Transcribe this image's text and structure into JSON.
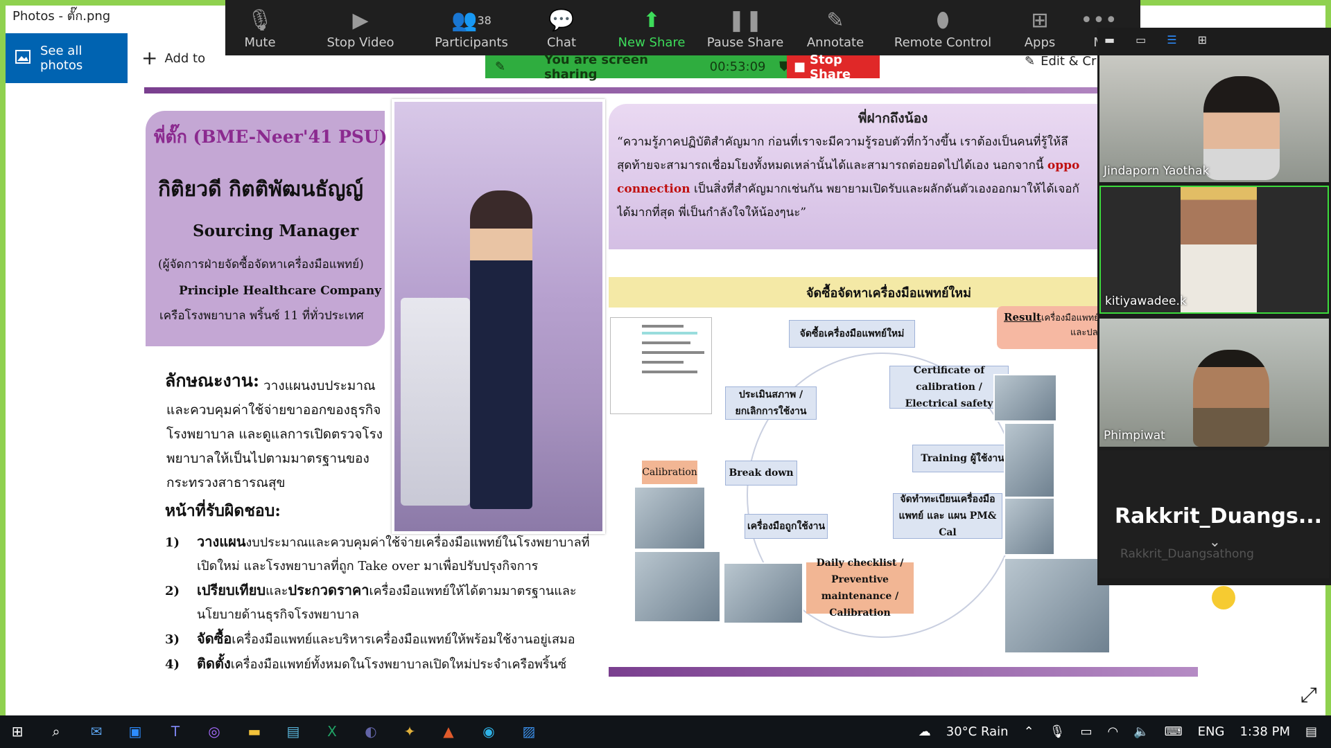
{
  "photos_window": {
    "title": "Photos - ตั๊ก.png",
    "see_all_label": "See all photos",
    "add_to_label": "Add to",
    "edit_create_label": "Edit & Cr"
  },
  "slide": {
    "left_card": {
      "nickname": "พี่ตั๊ก (BME-Neer'41 PSU)",
      "name": "กิติยวดี กิตติพัฒนธัญญ์",
      "role": "Sourcing Manager",
      "role_th": "(ผู้จัดการฝ่ายจัดซื้อจัดหาเครื่องมือแพทย์)",
      "company": "Principle Healthcare Company",
      "company_th": "เครือโรงพยาบาล พริ้นซ์ 11 ที่ทั่วประเทศ"
    },
    "characteristics": {
      "heading": "ลักษณะงาน:",
      "text": "วางแผนงบประมาณและควบคุมค่าใช้จ่ายขาออกของธุรกิจโรงพยาบาล และดูแลการเปิดตรวจโรงพยาบาลให้เป็นไปตามมาตรฐานของกระทรวงสาธารณสุข"
    },
    "responsibilities": {
      "heading": "หน้าที่รับผิดชอบ:",
      "items": [
        {
          "num": "1)",
          "head": "วางแผน",
          "text": "งบประมาณและควบคุมค่าใช้จ่ายเครื่องมือแพทย์ในโรงพยาบาลที่",
          "text2": "เปิดใหม่ และโรงพยาบาลที่ถูก Take over มาเพื่อปรับปรุงกิจการ"
        },
        {
          "num": "2)",
          "head": "เปรียบเทียบ",
          "text": "และ",
          "head2": "ประกวดราคา",
          "text3": "เครื่องมือแพทย์ให้ได้ตามมาตรฐานและ",
          "text2": "นโยบายด้านธุรกิจโรงพยาบาล"
        },
        {
          "num": "3)",
          "head": "จัดซื้อ",
          "text": "เครื่องมือแพทย์และบริหารเครื่องมือแพทย์ให้พร้อมใช้งานอยู่เสมอ"
        },
        {
          "num": "4)",
          "head": "ติดตั้ง",
          "text": "เครื่องมือแพทย์ทั้งหมดในโรงพยาบาลเปิดใหม่ประจำเครือพริ้นซ์"
        }
      ]
    },
    "quote": {
      "title": "พี่ฝากถึงน้อง",
      "line1": "“ความรู้ภาคปฏิบัติสำคัญมาก ก่อนที่เราจะมีความรู้รอบตัวที่กว้างขึ้น เราต้องเป็นคนที่รู้ให้ลึ",
      "line2a": "สุดท้ายจะสามารถเชื่อมโยงทั้งหมดเหล่านั้นได้และสามารถต่อยอดไปได้เอง นอกจากนี้ ",
      "line2b": "oppo",
      "line3a": "connection",
      "line3b": " เป็นสิ่งที่สำคัญมากเช่นกัน พยายามเปิดรับและผลักดันตัวเองออกมาให้ได้เจอกั",
      "line4": "ได้มากที่สุด พี่เป็นกำลังใจให้น้องๆนะ”"
    },
    "flow": {
      "title": "จัดซื้อจัดหาเครื่องมือแพทย์ใหม่",
      "result_label": "Result",
      "result_text1": "เครื่องมือแพทย์",
      "result_text2": "และปลอดภัย",
      "nodes": {
        "purchase": "จัดซื้อเครื่องมือแพทย์ใหม่",
        "cert": "Certificate of calibration / Electrical safety",
        "training": "Training ผู้ใช้งาน",
        "registry": "จัดทำทะเบียนเครื่องมือแพทย์ และ แผน PM& Cal",
        "daily": "Daily checklist / Preventive maintenance / Calibration",
        "in_use": "เครื่องมือถูกใช้งาน",
        "breakdown": "Break down",
        "evaluate": "ประเมินสภาพ / ยกเลิกการใช้งาน",
        "calibration": "Calibration"
      }
    }
  },
  "zoom_toolbar": {
    "items": [
      {
        "label": "Mute",
        "icon": "microphone-icon"
      },
      {
        "label": "Stop Video",
        "icon": "video-camera-icon"
      },
      {
        "label": "Participants",
        "icon": "participants-icon",
        "count": "38"
      },
      {
        "label": "Chat",
        "icon": "chat-icon"
      },
      {
        "label": "New Share",
        "icon": "share-arrow-icon"
      },
      {
        "label": "Pause Share",
        "icon": "pause-icon"
      },
      {
        "label": "Annotate",
        "icon": "pencil-icon"
      },
      {
        "label": "Remote Control",
        "icon": "mouse-icon"
      },
      {
        "label": "Apps",
        "icon": "apps-icon"
      }
    ],
    "more_label": "M",
    "share_banner": "You are screen sharing",
    "share_timer": "00:53:09",
    "stop_share_label": "Stop Share"
  },
  "video_panel": {
    "participants": [
      {
        "name": "Jindaporn Yaothak"
      },
      {
        "name": "kitiyawadee.k"
      },
      {
        "name": "Phimpiwat"
      },
      {
        "name": "Rakkrit_Duangs...",
        "subname": "Rakkrit_Duangsathong"
      }
    ]
  },
  "taskbar": {
    "weather": "30°C",
    "weather_desc": "Rain",
    "language": "ENG",
    "time": "1:38 PM"
  },
  "colors": {
    "accent_blue": "#0063b1",
    "share_green": "#2fad3f",
    "stop_red": "#e02828",
    "slide_purple": "#8b2a8f"
  }
}
